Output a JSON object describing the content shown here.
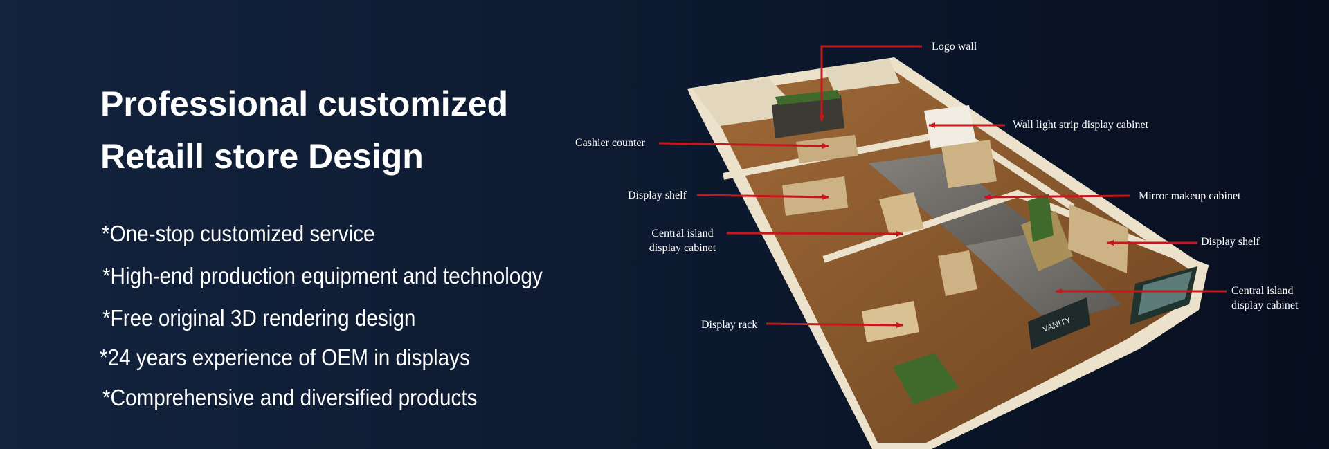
{
  "hero": {
    "title_line1": "Professional customized",
    "title_line2": "Retaill store Design"
  },
  "features": [
    "*One-stop customized service",
    "*High-end production equipment and technology",
    "*Free original 3D rendering design",
    "*24 years experience of OEM in displays",
    "*Comprehensive and diversified products"
  ],
  "callouts": {
    "logo_wall": "Logo wall",
    "wall_light_strip": "Wall light strip display cabinet",
    "cashier_counter": "Cashier counter",
    "display_shelf_left": "Display shelf",
    "mirror_makeup": "Mirror makeup cabinet",
    "central_island_left_1": "Central island",
    "central_island_left_2": "display cabinet",
    "display_shelf_right": "Display shelf",
    "central_island_right_1": "Central island",
    "central_island_right_2": "display cabinet",
    "display_rack": "Display rack"
  },
  "render": {
    "storefront_sign": "VANITY"
  },
  "colors": {
    "background": "#0d1a31",
    "text": "#ffffff",
    "callout_arrow": "#c8171c",
    "wall": "#ece2cc",
    "floor_wood": "#8a5a2e",
    "floor_tile": "#6c6a66",
    "greenery": "#3f6a2c"
  }
}
